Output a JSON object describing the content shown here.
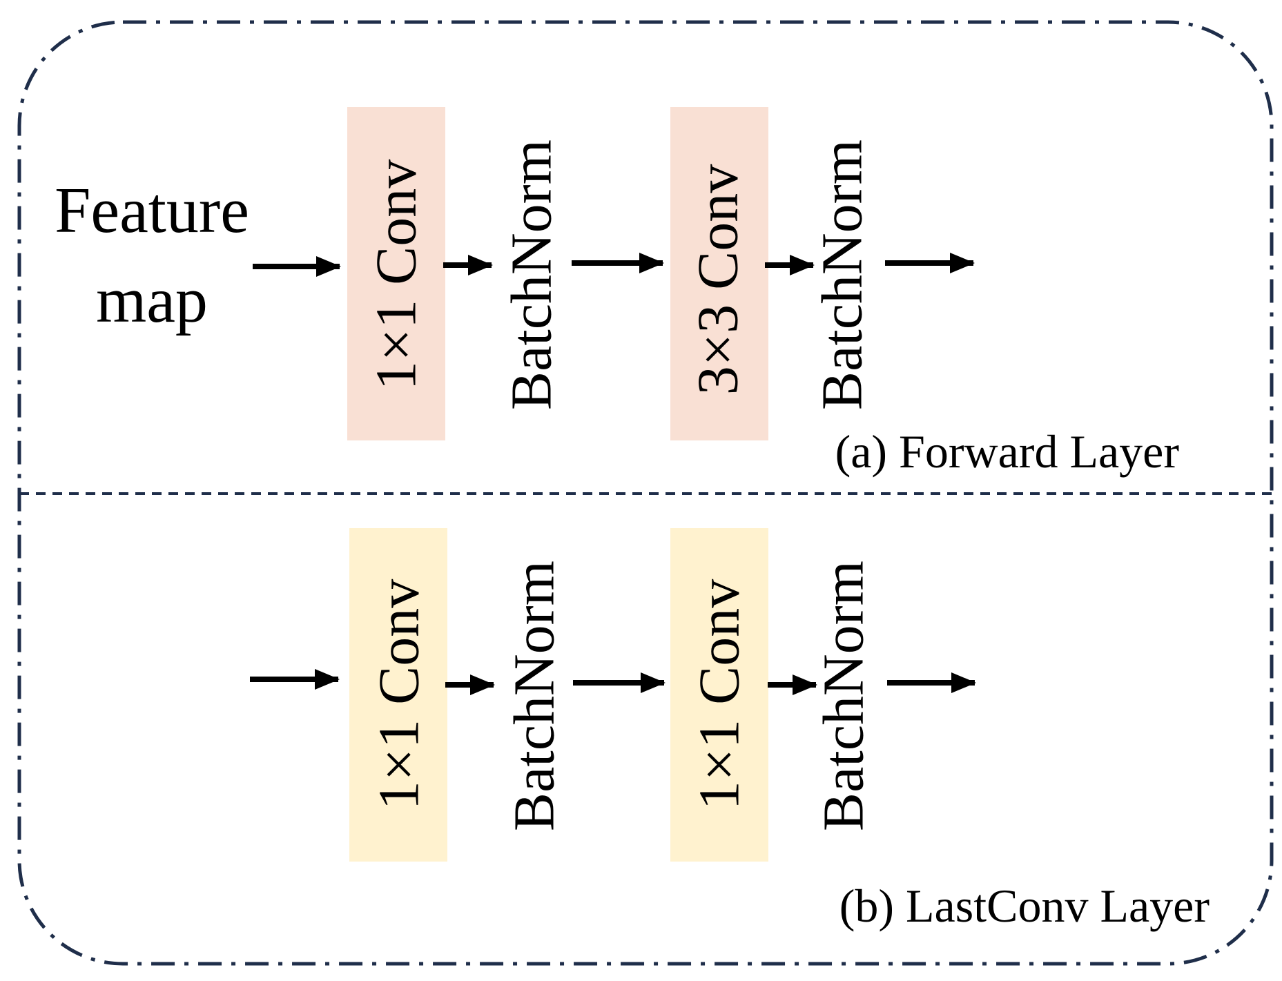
{
  "feature_map": {
    "line1": "Feature",
    "line2": "map"
  },
  "forward": {
    "caption": "(a) Forward Layer",
    "conv1": "1×1 Conv",
    "bn1": "BatchNorm",
    "conv2": "3×3 Conv",
    "bn2": "BatchNorm"
  },
  "lastconv": {
    "caption": "(b) LastConv Layer",
    "conv1": "1×1 Conv",
    "bn1": "BatchNorm",
    "conv2": "1×1 Conv",
    "bn2": "BatchNorm"
  },
  "colors": {
    "frame": "#1f2e4a",
    "forward_block": "#f9e0d4",
    "lastconv_block": "#fff2cf",
    "arrow": "#000000"
  }
}
